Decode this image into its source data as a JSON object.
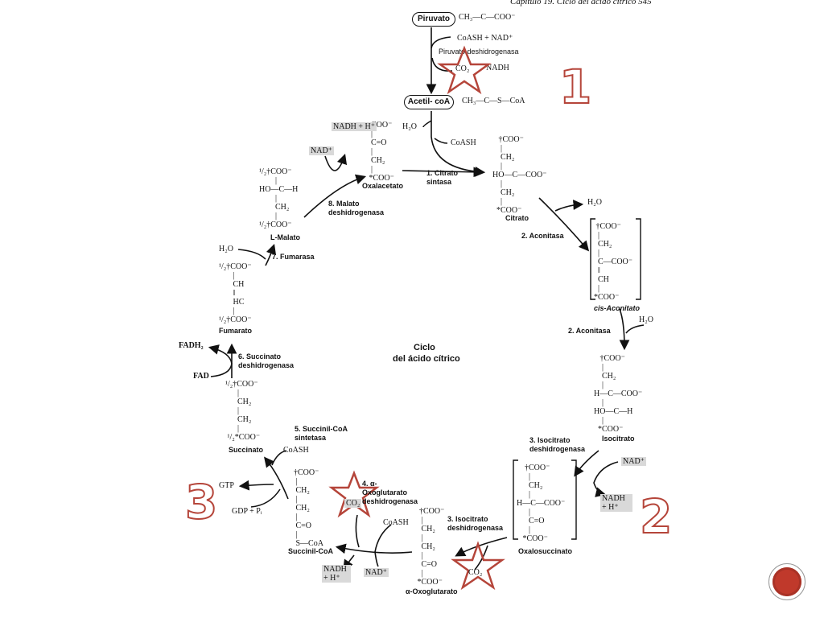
{
  "header": {
    "running_title": "Capítulo 19. Ciclo del ácido cítrico   545"
  },
  "center": {
    "line1": "Ciclo",
    "line2": "del ácido cítrico"
  },
  "top": {
    "pyruvate_label": "Piruvato",
    "pyruvate_formula": "CH₃—C—COO⁻",
    "cofactors_in": "CoASH + NAD⁺",
    "enzyme": "Piruvato deshidrogenasa",
    "co2": "CO₂",
    "nadh": "NADH",
    "acetylcoa_label": "Acetil- coA",
    "acetylcoa_formula": "CH₃—C—S—CoA"
  },
  "steps": {
    "s1": "1. Citrato sintasa",
    "s2a": "2. Aconitasa",
    "s2b": "2. Aconitasa",
    "s3a": "3. Isocitrato deshidrogenasa",
    "s3b": "3. Isocitrato deshidrogenasa",
    "s4": "4. α-Oxoglutarato deshidrogenasa",
    "s5": "5. Succinil-CoA sintetasa",
    "s6": "6. Succinato deshidrogenasa",
    "s7": "7. Fumarasa",
    "s8": "8. Malato deshidrogenasa"
  },
  "compounds": {
    "oxaloacetate": "Oxalacetato",
    "citrate": "Citrato",
    "cis_aconitate": "cis-Aconitato",
    "isocitrate": "Isocitrato",
    "oxalosuccinate": "Oxalosuccinato",
    "alpha_kg": "α-Oxoglutarato",
    "succinyl_coa": "Succinil-CoA",
    "succinate": "Succinato",
    "fumarate": "Fumarato",
    "malate": "L-Malato"
  },
  "cofactors": {
    "h2o_top": "H₂O",
    "coash_top": "CoASH",
    "h2o_aco1": "H₂O",
    "h2o_aco2": "H₂O",
    "nad_idh": "NAD⁺",
    "nadh_idh": "NADH + H⁺",
    "co2_idh": "CO₂",
    "coash_kg": "CoASH",
    "co2_kg": "CO₂",
    "nad_kg": "NAD⁺",
    "nadh_kg": "NADH + H⁺",
    "coash_sc": "CoASH",
    "gtp": "GTP",
    "gdp": "GDP + Pᵢ",
    "fadh2": "FADH₂",
    "fad": "FAD",
    "h2o_fum": "H₂O",
    "nadh_mdh": "NADH + H⁺",
    "nad_mdh": "NAD⁺"
  },
  "annotations": {
    "n1": "1",
    "n2": "2",
    "n3": "3"
  },
  "colors": {
    "annotation": "#b5453a",
    "nav_button": "#c0392b"
  },
  "icons": {
    "star": "star-icon",
    "nav": "next-slide-icon"
  }
}
